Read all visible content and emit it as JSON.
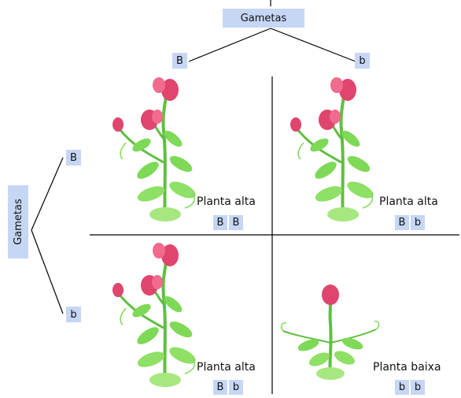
{
  "top_gametes": {
    "label": "Gametas",
    "alleles": [
      "B",
      "b"
    ]
  },
  "side_gametes": {
    "label": "Gametas",
    "alleles": [
      "B",
      "b"
    ]
  },
  "cells": [
    {
      "phenotype": "Planta alta",
      "genotype": [
        "B",
        "B"
      ]
    },
    {
      "phenotype": "Planta alta",
      "genotype": [
        "B",
        "b"
      ]
    },
    {
      "phenotype": "Planta alta",
      "genotype": [
        "B",
        "b"
      ]
    },
    {
      "phenotype": "Planta baixa",
      "genotype": [
        "b",
        "b"
      ]
    }
  ],
  "colors": {
    "label_box": "#c6d6f5",
    "petal": "#e0456e",
    "leaf": "#7ed957",
    "stem": "#5fbf3f",
    "line": "#000000"
  }
}
